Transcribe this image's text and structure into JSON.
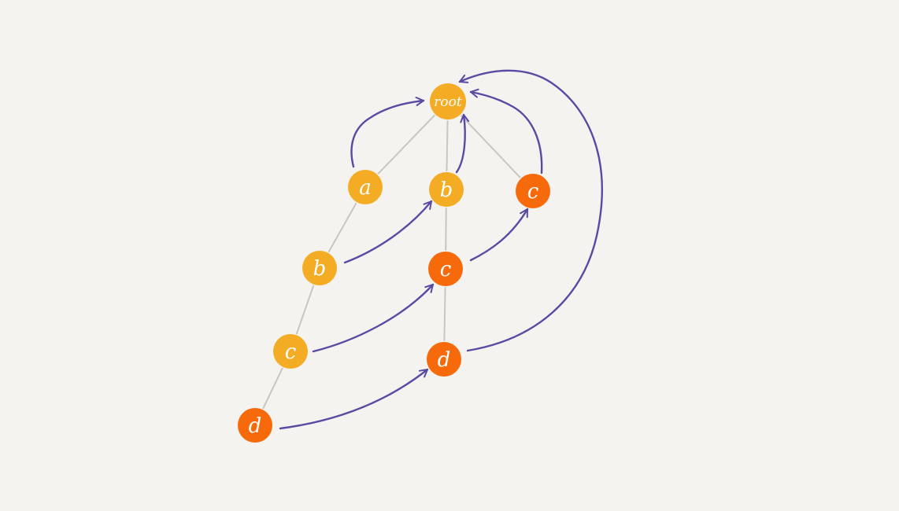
{
  "colors": {
    "background": "#f5f3f0",
    "edge": "#c8c6c2",
    "arrow": "#5a4aa3",
    "node_yellow": "#f5ac25",
    "node_orange": "#f76a0c",
    "text": "#ffffff"
  },
  "nodes": [
    {
      "id": "root",
      "label": "root",
      "color": "yellow"
    },
    {
      "id": "a1",
      "label": "a",
      "color": "yellow"
    },
    {
      "id": "b1",
      "label": "b",
      "color": "yellow"
    },
    {
      "id": "c1",
      "label": "c",
      "color": "orange"
    },
    {
      "id": "b2",
      "label": "b",
      "color": "yellow"
    },
    {
      "id": "c2",
      "label": "c",
      "color": "orange"
    },
    {
      "id": "c3",
      "label": "c",
      "color": "yellow"
    },
    {
      "id": "d1",
      "label": "d",
      "color": "orange"
    },
    {
      "id": "d2",
      "label": "d",
      "color": "orange"
    }
  ],
  "tree_edges": [
    [
      "root",
      "a1"
    ],
    [
      "root",
      "b1"
    ],
    [
      "root",
      "c1"
    ],
    [
      "a1",
      "b2"
    ],
    [
      "b1",
      "c2"
    ],
    [
      "b2",
      "c3"
    ],
    [
      "c2",
      "d1"
    ],
    [
      "c3",
      "d2"
    ]
  ],
  "fail_links": [
    [
      "a1",
      "root"
    ],
    [
      "b1",
      "root"
    ],
    [
      "c1",
      "root"
    ],
    [
      "b2",
      "b1"
    ],
    [
      "c2",
      "c1"
    ],
    [
      "c3",
      "c2"
    ],
    [
      "d1",
      "root"
    ],
    [
      "d2",
      "d1"
    ]
  ]
}
